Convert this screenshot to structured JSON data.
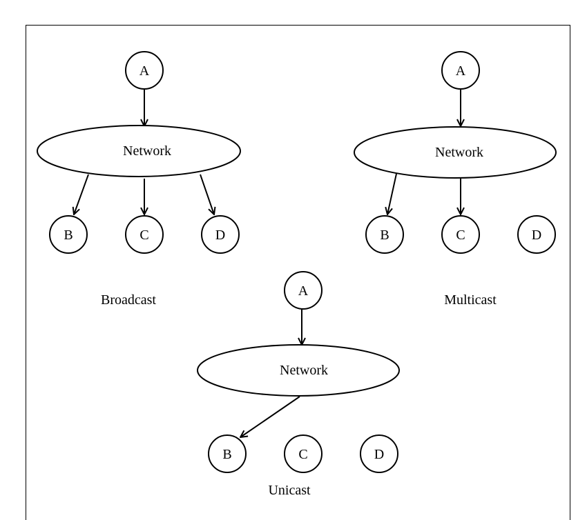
{
  "panels": {
    "broadcast": {
      "caption": "Broadcast",
      "source": "A",
      "network": "Network",
      "receivers": [
        "B",
        "C",
        "D"
      ]
    },
    "multicast": {
      "caption": "Multicast",
      "source": "A",
      "network": "Network",
      "receivers": [
        "B",
        "C",
        "D"
      ]
    },
    "unicast": {
      "caption": "Unicast",
      "source": "A",
      "network": "Network",
      "receivers": [
        "B",
        "C",
        "D"
      ]
    }
  }
}
